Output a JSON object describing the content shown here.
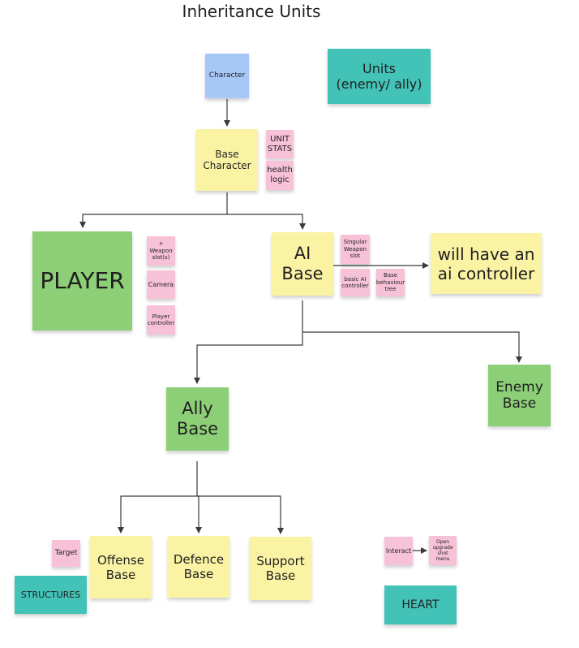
{
  "title": "Inheritance Units",
  "colors": {
    "blue": "#a7c8f7",
    "yellow": "#fbf3a4",
    "pink": "#f7c2d7",
    "green": "#8ccf77",
    "teal": "#43c3b8",
    "connector": "#3a3a3a"
  },
  "notes": {
    "units_legend": "Units\n(enemy/ ally)",
    "character": "Character",
    "base_character": "Base\nCharacter",
    "unit_stats": "UNIT\nSTATS",
    "health_logic": "health\nlogic",
    "player": "PLAYER",
    "weapon_slots": "+\nWeapon\nslot(s)",
    "camera": "Camera",
    "player_controller": "Player\ncontroller",
    "ai_base": "AI\nBase",
    "singular_weapon_slot": "Singular\nWeapon\nslot",
    "basic_ai_controller": "basic AI\ncontroller",
    "base_behaviour_tree": "Base\nbehaviour\ntree",
    "ai_controller_note": "will have an\nai controller",
    "enemy_base": "Enemy\nBase",
    "ally_base": "Ally\nBase",
    "offense_base": "Offense\nBase",
    "defence_base": "Defence\nBase",
    "support_base": "Support\nBase",
    "target": "Target",
    "structures": "STRUCTURES",
    "interact": "Interact",
    "open_upgrade_shot_menu": "Open\nupgrade\nshot menu",
    "heart": "HEART"
  }
}
